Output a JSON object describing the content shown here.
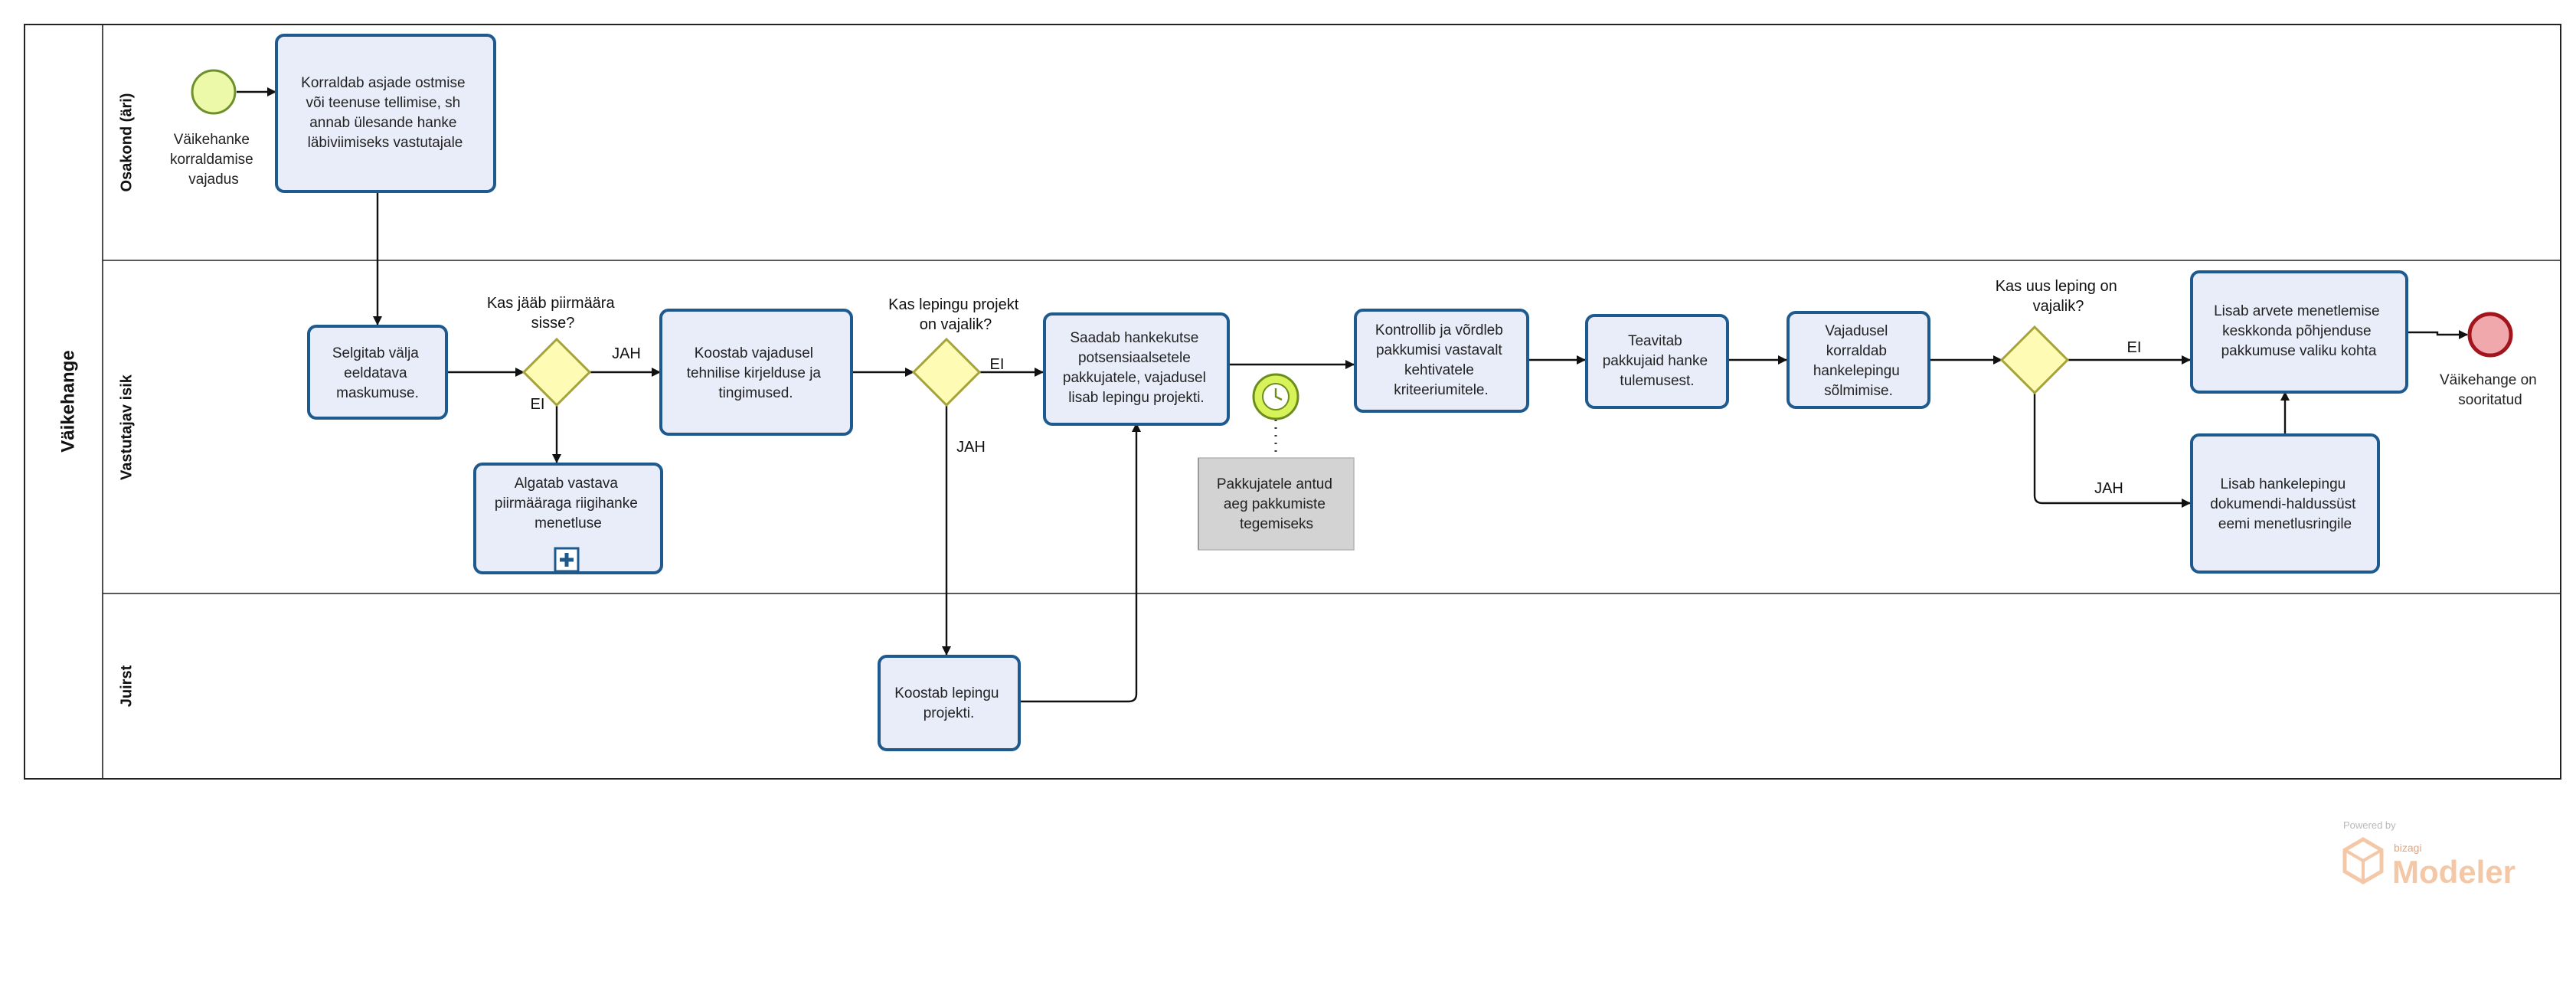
{
  "pool": {
    "title": "Väikehange"
  },
  "lanes": [
    {
      "id": "osakond",
      "title": "Osakond (äri)"
    },
    {
      "id": "vastutajav",
      "title": "Vastutajav isik"
    },
    {
      "id": "juirst",
      "title": "Juirst"
    }
  ],
  "start_event": {
    "label": [
      "Väikehanke",
      "korraldamise",
      "vajadus"
    ]
  },
  "end_event": {
    "label": [
      "Väikehange on",
      "sooritatud"
    ]
  },
  "tasks": {
    "t1": [
      "Korraldab asjade ostmise",
      "või teenuse tellimise, sh",
      "annab ülesande hanke",
      "läbiviimiseks vastutajale"
    ],
    "t2": [
      "Selgitab välja",
      "eeldatava",
      "maskumuse."
    ],
    "t3": [
      "Algatab vastava",
      "piirmääraga riigihanke",
      "menetluse"
    ],
    "t4": [
      "Koostab vajadusel",
      "tehnilise kirjelduse ja",
      "tingimused."
    ],
    "t5": [
      "Koostab lepingu",
      "projekti."
    ],
    "t6": [
      "Saadab hankekutse",
      "potsensiaalsetele",
      "pakkujatele, vajadusel",
      "lisab lepingu projekti."
    ],
    "t7": [
      "Kontrollib ja võrdleb",
      "pakkumisi vastavalt",
      "kehtivatele",
      "kriteeriumitele."
    ],
    "t8": [
      "Teavitab",
      "pakkujaid hanke",
      "tulemusest."
    ],
    "t9": [
      "Vajadusel",
      "korraldab",
      "hankelepingu",
      "sõlmimise."
    ],
    "t10": [
      "Lisab hankelepingu",
      "dokumendi-haldussüst",
      "eemi menetlusringile"
    ],
    "t11": [
      "Lisab arvete menetlemise",
      "keskkonda põhjenduse",
      "pakkumuse valiku kohta"
    ]
  },
  "gateways": {
    "g1": [
      "Kas jääb piirmäära",
      "sisse?"
    ],
    "g2": [
      "Kas lepingu projekt",
      "on vajalik?"
    ],
    "g3": [
      "Kas uus leping on",
      "vajalik?"
    ]
  },
  "flow_labels": {
    "g1_yes": "JAH",
    "g1_no": "EI",
    "g2_no": "EI",
    "g2_yes": "JAH",
    "g3_no": "EI",
    "g3_yes": "JAH"
  },
  "annotation": [
    "Pakkujatele antud",
    "aeg pakkumiste",
    "tegemiseks"
  ],
  "branding": {
    "powered": "Powered by",
    "bizagi": "bizagi",
    "product": "Modeler"
  },
  "colors": {
    "task_fill": "#e9edf9",
    "task_stroke": "#1e5a8e",
    "gateway_fill": "#fdfbb4",
    "start_fill": "#ecf9a8",
    "end_fill": "#f0a8ac",
    "end_stroke": "#a3151d"
  }
}
